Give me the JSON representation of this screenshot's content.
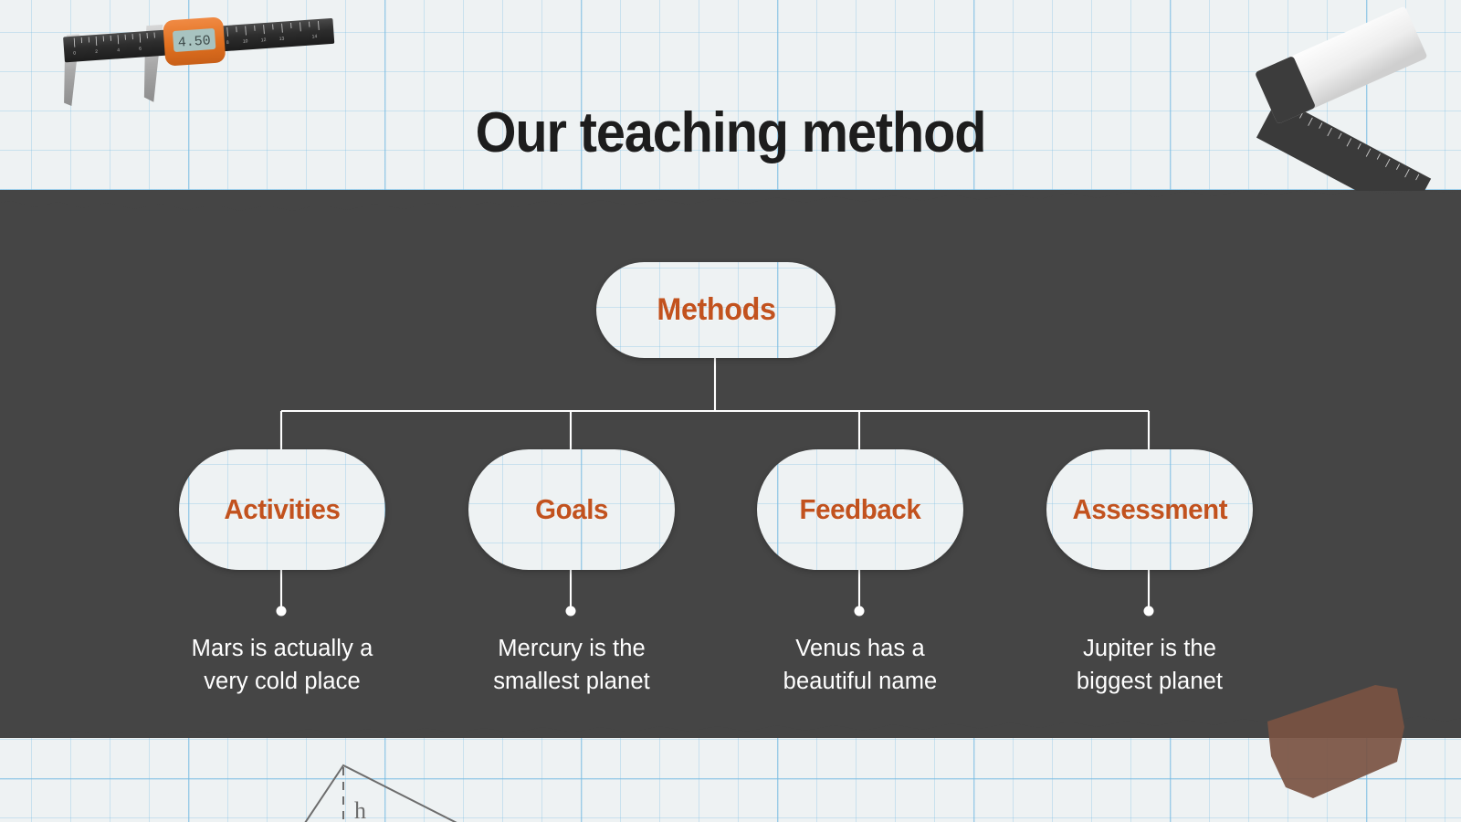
{
  "header": {
    "title": "Our teaching method"
  },
  "theme": {
    "paper_bg": "#eef2f3",
    "grid_line": "#74bae2",
    "panel_bg": "#454545",
    "accent": "#c2521e",
    "title_color": "#1d1d1d",
    "text_color": "#ffffff",
    "connector_color": "#ffffff"
  },
  "decorations": [
    {
      "name": "caliper",
      "label": "digital-caliper",
      "display_value": "4.50",
      "body_color": "#e8752c",
      "scale_color": "#2f2f2f"
    },
    {
      "name": "eraser",
      "label": "eraser",
      "body_color": "#f2f2f2",
      "cap_color": "#3c3c3c"
    },
    {
      "name": "set-square",
      "label": "triangular-ruler",
      "color": "#3a3a3a"
    },
    {
      "name": "tape",
      "label": "torn-brown-tape",
      "color": "#7a5342"
    },
    {
      "name": "sketch",
      "label": "triangle-height-sketch",
      "annotation": "h",
      "color": "#6a6a6a"
    }
  ],
  "diagram": {
    "type": "tree",
    "root": {
      "label": "Methods"
    },
    "children": [
      {
        "label": "Activities",
        "description": "Mars is actually a\nvery cold place"
      },
      {
        "label": "Goals",
        "description": "Mercury is the\nsmallest planet"
      },
      {
        "label": "Feedback",
        "description": "Venus has a\nbeautiful name"
      },
      {
        "label": "Assessment",
        "description": "Jupiter is the\nbiggest planet"
      }
    ]
  }
}
